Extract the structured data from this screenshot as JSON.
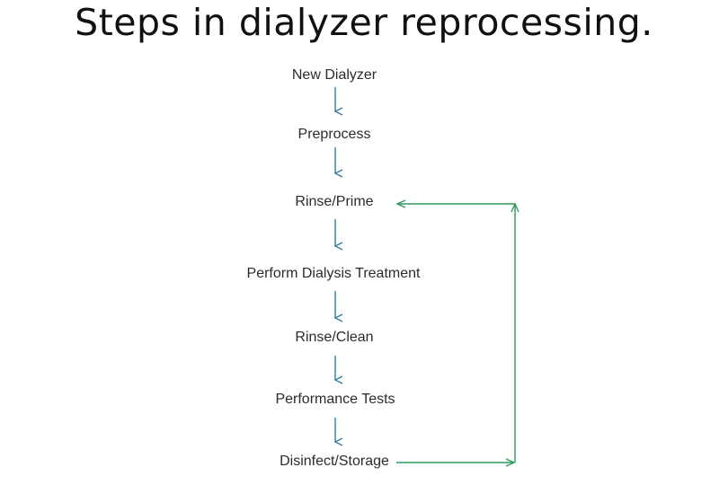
{
  "title": "Steps in dialyzer reprocessing.",
  "steps": [
    "New Dialyzer",
    "Preprocess",
    "Rinse/Prime",
    "Perform Dialysis Treatment",
    "Rinse/Clean",
    "Performance Tests",
    "Disinfect/Storage"
  ],
  "colors": {
    "step_arrow": "#2f7f9e",
    "loop_arrow": "#2e9a5e",
    "text": "#2b2b2b"
  },
  "loop": {
    "from": "Disinfect/Storage",
    "to": "Rinse/Prime"
  }
}
